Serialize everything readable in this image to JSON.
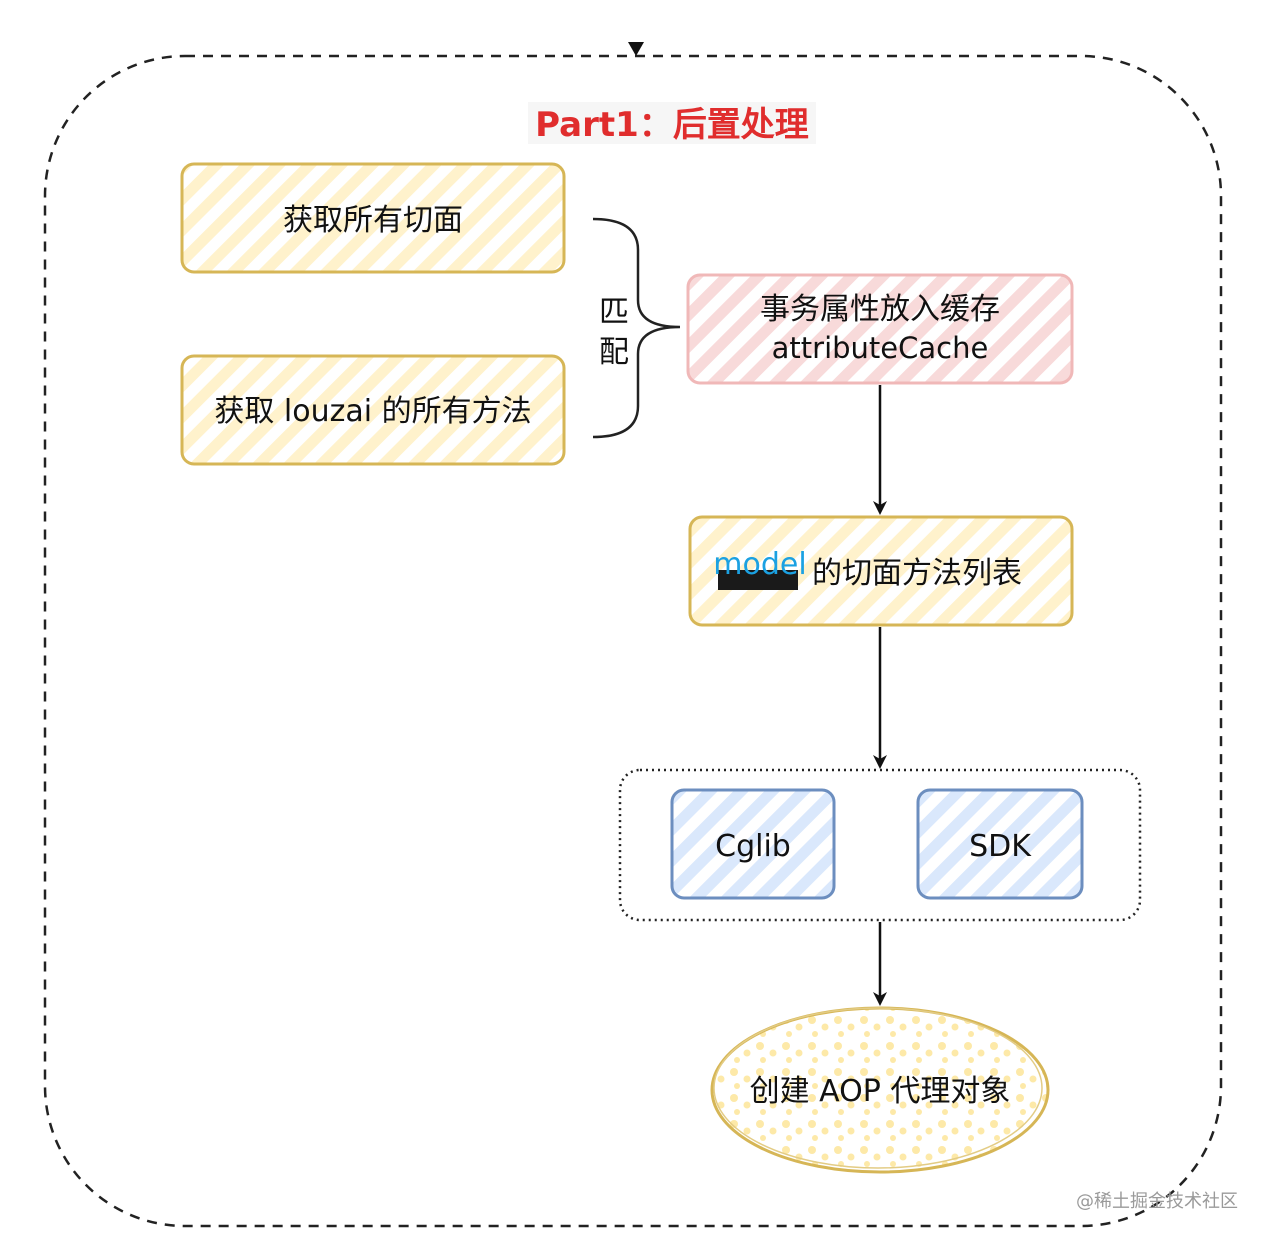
{
  "title": {
    "prefix": "Part1：",
    "text": "后置处理",
    "color": "#e02d2d"
  },
  "nodes": {
    "get_aspects": {
      "label": "获取所有切面"
    },
    "get_methods": {
      "label": "获取 louzai 的所有方法"
    },
    "match": {
      "label_line1": "匹",
      "label_line2": "配"
    },
    "cache": {
      "line1": "事务属性放入缓存",
      "line2": "attributeCache"
    },
    "method_list": {
      "highlight": "model",
      "label": "的切面方法列表"
    },
    "cglib": {
      "label": "Cglib"
    },
    "sdk": {
      "label": "SDK"
    },
    "create_proxy": {
      "label": "创建 AOP 代理对象"
    }
  },
  "colors": {
    "yellow_stroke": "#d6b656",
    "yellow_fill": "#fff2cc",
    "pink_stroke": "#f0b8b8",
    "pink_fill": "#f8cecc",
    "blue_stroke": "#6c8ebf",
    "blue_fill": "#dae8fc",
    "highlight_text": "#1ba1e2"
  },
  "watermark": "@稀土掘金技术社区"
}
